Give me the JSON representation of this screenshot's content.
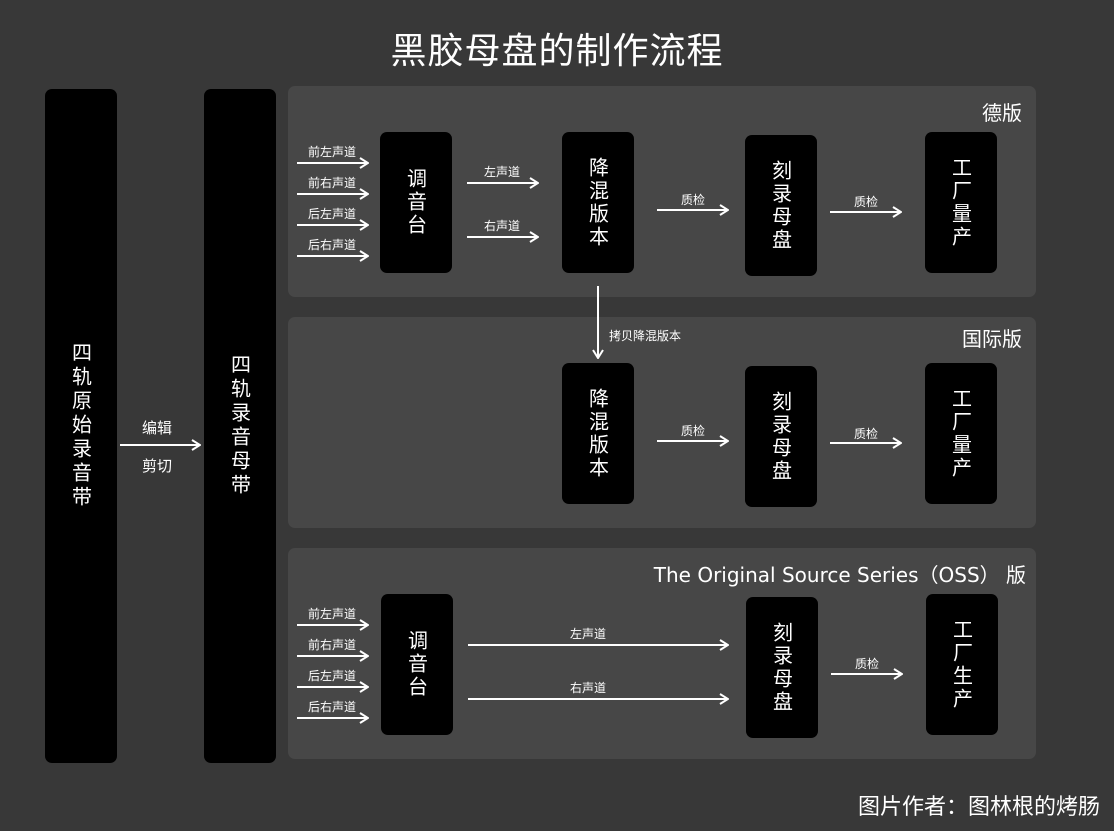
{
  "title": "黑胶母盘的制作流程",
  "left_tape": "四轨原始录音带",
  "edit_labels": {
    "top": "编辑",
    "bottom": "剪切"
  },
  "master_tape": "四轨录音母带",
  "panels": {
    "german": {
      "label": "德版",
      "inputs": [
        "前左声道",
        "前右声道",
        "后左声道",
        "后右声道"
      ],
      "console": "调音台",
      "channels": [
        "左声道",
        "右声道"
      ],
      "downmix": "降混版本",
      "qc": "质检",
      "cut": "刻录母盘",
      "qc2": "质检",
      "factory": "工厂量产"
    },
    "copy_label": "拷贝降混版本",
    "international": {
      "label": "国际版",
      "downmix": "降混版本",
      "qc": "质检",
      "cut": "刻录母盘",
      "qc2": "质检",
      "factory": "工厂量产"
    },
    "oss": {
      "label": "The Original Source Series（OSS） 版",
      "inputs": [
        "前左声道",
        "前右声道",
        "后左声道",
        "后右声道"
      ],
      "console": "调音台",
      "channels": [
        "左声道",
        "右声道"
      ],
      "cut": "刻录母盘",
      "qc": "质检",
      "factory": "工厂生产"
    }
  },
  "credit": "图片作者：图林根的烤肠"
}
